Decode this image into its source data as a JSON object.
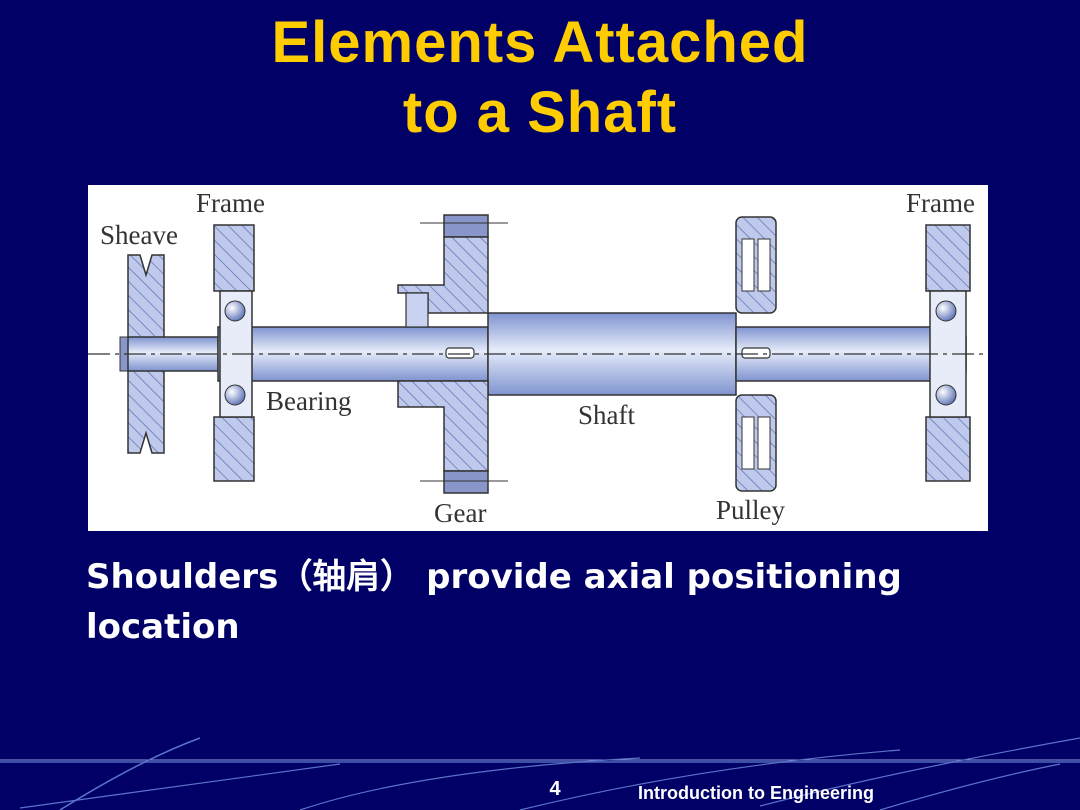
{
  "slide": {
    "title_line1": "Elements Attached",
    "title_line2": "to a Shaft",
    "caption_line1": "Shoulders（轴肩） provide axial positioning",
    "caption_line2": "location",
    "page_number": "4",
    "footer": "Introduction to Engineering"
  },
  "diagram": {
    "labels": {
      "frame_left": "Frame",
      "frame_right": "Frame",
      "sheave": "Sheave",
      "bearing": "Bearing",
      "shaft": "Shaft",
      "gear": "Gear",
      "pulley": "Pulley"
    }
  },
  "colors": {
    "background": "#000066",
    "title": "#FFCC00",
    "text": "#FFFFFF",
    "shaft": "#9FB0DD",
    "hatch": "#7D8EC9"
  }
}
